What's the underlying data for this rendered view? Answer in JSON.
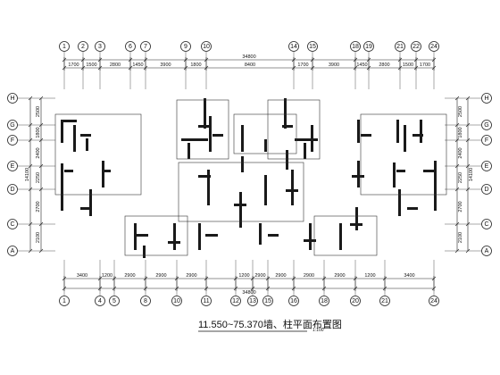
{
  "title": "11.550~75.370墙、柱平面布置图",
  "scale": "1:100",
  "top_axes": [
    "1",
    "2",
    "3",
    "6",
    "7",
    "9",
    "10",
    "14",
    "15",
    "18",
    "19",
    "21",
    "22",
    "24"
  ],
  "bottom_axes": [
    "1",
    "4",
    "5",
    "8",
    "10",
    "11",
    "12",
    "13",
    "15",
    "16",
    "18",
    "20",
    "21",
    "24"
  ],
  "row_axes": [
    "H",
    "G",
    "F",
    "E",
    "D",
    "C",
    "A"
  ],
  "top_dims": [
    "1700",
    "1500",
    "2800",
    "1450",
    "3900",
    "1800",
    "8400",
    "1700",
    "3900",
    "1450",
    "2800",
    "1500",
    "1700"
  ],
  "top_total": "34800",
  "bottom_dims": [
    "3400",
    "1200",
    "2900",
    "2900",
    "2900",
    "1200",
    "2900",
    "2900",
    "2900",
    "2900",
    "1200",
    "3400"
  ],
  "bottom_total": "34800",
  "left_dims": [
    "2500",
    "1800",
    "2400",
    "2250",
    "2700",
    "2100"
  ],
  "left_total": "14100",
  "right_dims": [
    "2500",
    "1800",
    "2400",
    "2250",
    "2700",
    "2100"
  ],
  "right_total": "14100"
}
